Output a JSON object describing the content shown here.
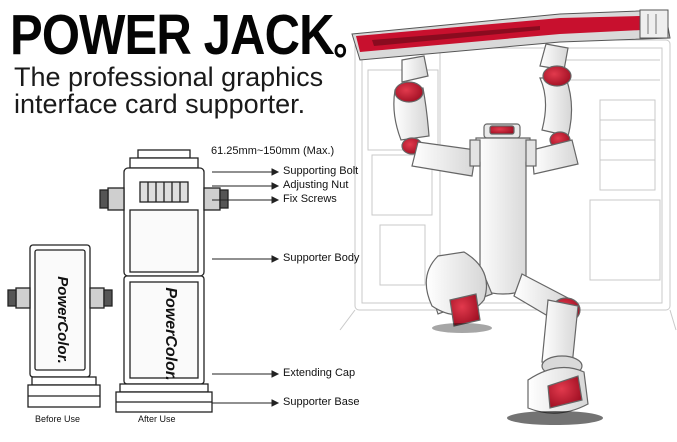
{
  "title": "POWER JACK",
  "subtitle_line1": "The professional graphics",
  "subtitle_line2": "interface card supporter.",
  "dimension": "61.25mm~150mm (Max.)",
  "callouts": {
    "supporting_bolt": "Supporting Bolt",
    "adjusting_nut": "Adjusting Nut",
    "fix_screws": "Fix Screws",
    "supporter_body": "Supporter Body",
    "extending_cap": "Extending Cap",
    "supporter_base": "Supporter Base"
  },
  "captions": {
    "before": "Before Use",
    "after": "After Use"
  },
  "brand": "PowerColor.",
  "colors": {
    "accent": "#c8102e",
    "ink": "#111111",
    "line": "#333333"
  }
}
